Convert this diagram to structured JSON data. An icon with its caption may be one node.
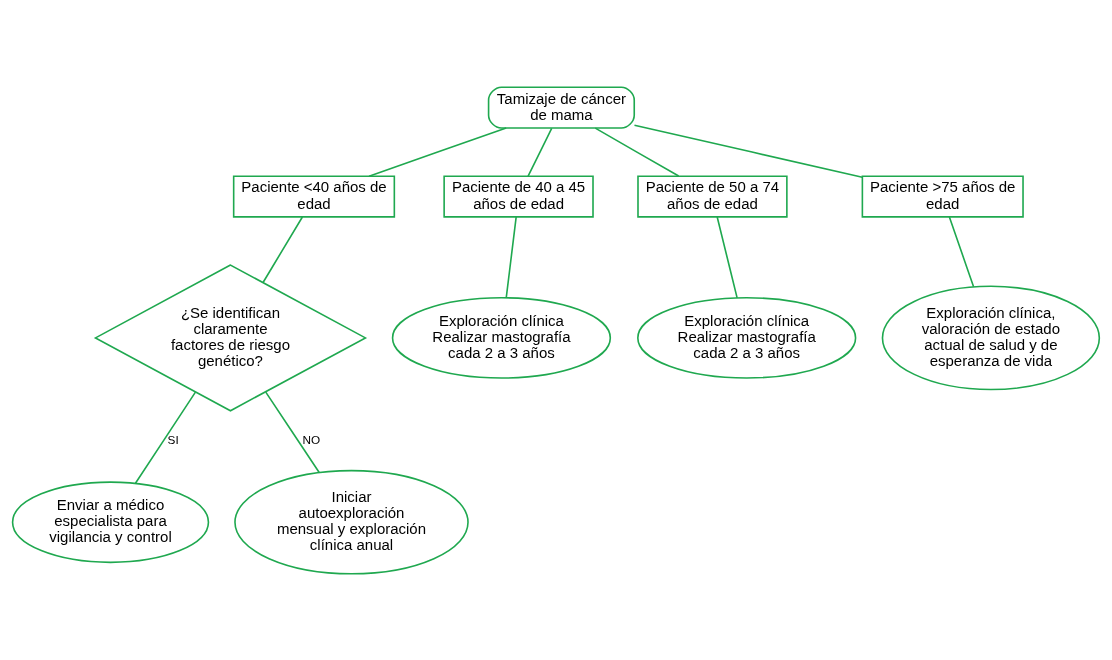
{
  "diagram": {
    "nodes": [
      {
        "text": [
          "Tamizaje de cáncer de mama"
        ]
      },
      {
        "text": [
          "Paciente <40 años de edad"
        ]
      },
      {
        "text": [
          "Paciente de 40 a 45 años de edad"
        ]
      },
      {
        "text": [
          "Paciente de 50 a 74 años de edad"
        ]
      },
      {
        "text": [
          "Paciente >75 años de edad"
        ]
      },
      {
        "text": [
          "¿Se identifican claramente factores de riesgo genético?"
        ]
      },
      {
        "text": [
          "Exploración clínica Realizar mastografía cada 2 a 3 años"
        ]
      },
      {
        "text": [
          "Exploración clínica Realizar mastografía cada 2 a 3 años"
        ]
      },
      {
        "text": [
          "Exploración clínica, valoración de estado actual de salud y de esperanza de vida"
        ]
      },
      {
        "text": [
          "Enviar a médico especialista para vigilancia y control"
        ]
      },
      {
        "text": [
          "Iniciar autoexploración mensual y exploración clínica anual"
        ]
      }
    ],
    "edges": [
      {
        "from": 0,
        "to": 1,
        "arrow": "none"
      },
      {
        "from": 0,
        "to": 2,
        "arrow": "none"
      },
      {
        "from": 0,
        "to": 3,
        "arrow": "none"
      },
      {
        "from": 0,
        "to": 4,
        "arrow": "none"
      },
      {
        "from": 1,
        "to": 5,
        "arrow": "none"
      },
      {
        "from": 2,
        "to": 6,
        "arrow": "none"
      },
      {
        "from": 3,
        "to": 7,
        "arrow": "none"
      },
      {
        "from": 4,
        "to": 8,
        "arrow": "none"
      },
      {
        "from": 5,
        "to": 9,
        "arrow": "none",
        "label": "SI"
      },
      {
        "from": 5,
        "to": 10,
        "arrow": "none",
        "label": "NO"
      }
    ]
  }
}
